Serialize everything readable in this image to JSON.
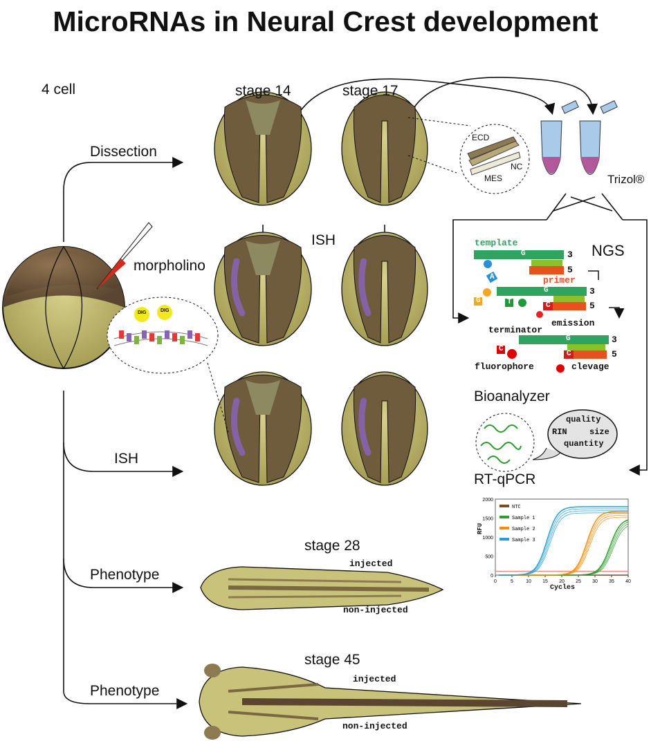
{
  "title": "MicroRNAs in Neural Crest development",
  "labels": {
    "four_cell": "4 cell",
    "stage14": "stage 14",
    "stage17": "stage 17",
    "dissection": "Dissection",
    "ish_middle": "ISH",
    "ish_branch": "ISH",
    "morpholino": "morpholino",
    "phenotype1": "Phenotype",
    "phenotype2": "Phenotype",
    "stage28": "stage 28",
    "stage45": "stage 45",
    "injected1": "injected",
    "noninjected1": "non-injected",
    "injected2": "injected",
    "noninjected2": "non-injected",
    "trizol": "Trizol®",
    "ecd": "ECD",
    "nc": "NC",
    "mes": "MES",
    "dig1": "DIG",
    "dig2": "DIG"
  },
  "ngs": {
    "title": "NGS",
    "template": "template",
    "primer": "primer",
    "terminator": "terminator",
    "emission": "emission",
    "fluorophore": "fluorophore",
    "clevage": "clevage",
    "end3": "3",
    "end5": "5",
    "base_g": "G",
    "base_c": "C",
    "base_a": "A",
    "base_t": "T"
  },
  "bioanalyzer": {
    "title": "Bioanalyzer",
    "quality": "quality",
    "rin": "RIN",
    "size": "size",
    "quantity": "quantity"
  },
  "rtqpcr": {
    "title": "RT-qPCR"
  },
  "colors": {
    "embryo_yolk": "#c9c27a",
    "embryo_dark": "#6e5c3c",
    "ish_purple": "#8a63b8",
    "template_green": "#2fa360",
    "primer_red": "#e8501e",
    "tube_blue": "#a9cbe9",
    "trizol_pink": "#b4589e"
  },
  "chart_data": {
    "type": "line",
    "xlabel": "Cycles",
    "ylabel": "RFU",
    "xlim": [
      0,
      40
    ],
    "ylim": [
      0,
      2000
    ],
    "xticks": [
      0,
      5,
      10,
      15,
      20,
      25,
      30,
      35,
      40
    ],
    "yticks": [
      0,
      500,
      1000,
      1500,
      2000
    ],
    "threshold": 100,
    "legend_position": "top-left",
    "series": [
      {
        "name": "NTC",
        "color": "#7a4a22",
        "ct": null,
        "plateau": 0
      },
      {
        "name": "Sample 1",
        "color": "#2aa02a",
        "ct": 32,
        "plateau": 1500
      },
      {
        "name": "Sample 2",
        "color": "#ff8c00",
        "ct": 25,
        "plateau": 1680
      },
      {
        "name": "Sample 3",
        "color": "#1ea0e0",
        "ct": 13,
        "plateau": 1800
      }
    ]
  }
}
